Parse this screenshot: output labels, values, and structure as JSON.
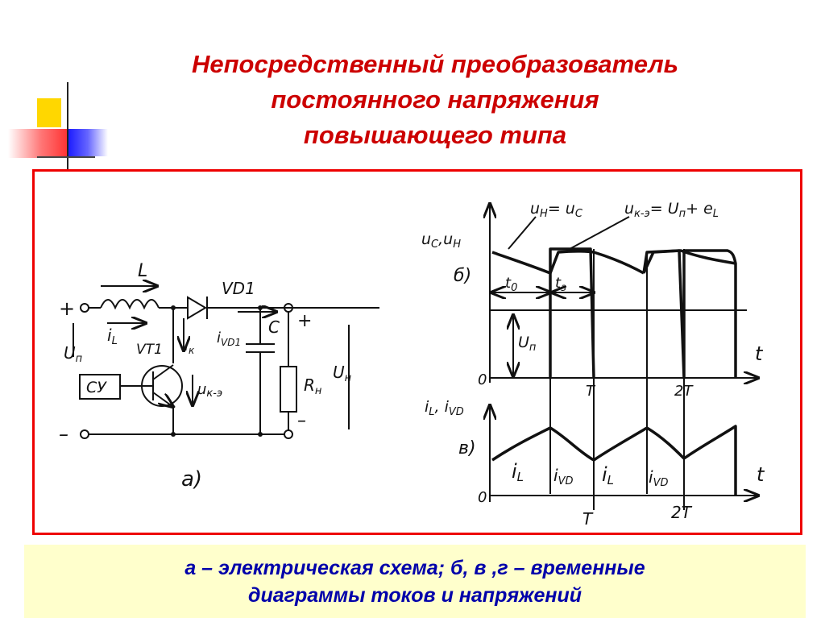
{
  "title": {
    "line1": "Непосредственный преобразователь",
    "line2": "постоянного напряжения",
    "line3": "повышающего типа"
  },
  "caption": {
    "line1": "а – электрическая схема; б, в ,г – временные",
    "line2": "диаграммы токов и напряжений"
  },
  "circuit": {
    "plus_in": "+",
    "minus_in": "–",
    "inductor": "L",
    "inductor_current": "i",
    "inductor_current_sub": "L",
    "supply_voltage": "U",
    "supply_voltage_sub": "п",
    "diode": "VD1",
    "diode_current": "i",
    "diode_current_sub": "VD1",
    "transistor": "VT1",
    "collector_current": "i",
    "collector_current_sub": "к",
    "ce_voltage": "u",
    "ce_voltage_sub": "к-э",
    "control": "СУ",
    "capacitor": "C",
    "load": "R",
    "load_sub": "н",
    "plus_out": "+",
    "minus_out": "–",
    "load_voltage": "U",
    "load_voltage_sub": "н",
    "label": "а)"
  },
  "diagram_b": {
    "ylabel": "u",
    "ylabel_sub1": "C",
    "ylabel_mid": ",u",
    "ylabel_sub2": "Н",
    "label": "б)",
    "ann1": "u",
    "ann1_sub1": "Н",
    "ann1_mid": "= u",
    "ann1_sub2": "C",
    "ann2": "u",
    "ann2_sub1": "к-э",
    "ann2_mid": "= U",
    "ann2_sub2": "п",
    "ann2_tail": "+ e",
    "ann2_sub3": "L",
    "t0": "t",
    "t0_sub": "0",
    "tz": "t",
    "tz_sub": "з",
    "up": "U",
    "up_sub": "п",
    "origin": "0",
    "t": "t",
    "T": "T",
    "twoT": "2T"
  },
  "diagram_c": {
    "ylabel": "i",
    "ylabel_sub1": "L",
    "ylabel_mid": ", i",
    "ylabel_sub2": "VD",
    "label": "в)",
    "iL1": "i",
    "iL1_sub": "L",
    "ivd1": "i",
    "ivd1_sub": "VD",
    "iL2": "i",
    "iL2_sub": "L",
    "ivd2": "i",
    "ivd2_sub": "VD",
    "origin": "0",
    "t": "t",
    "T": "T",
    "twoT": "2T"
  }
}
